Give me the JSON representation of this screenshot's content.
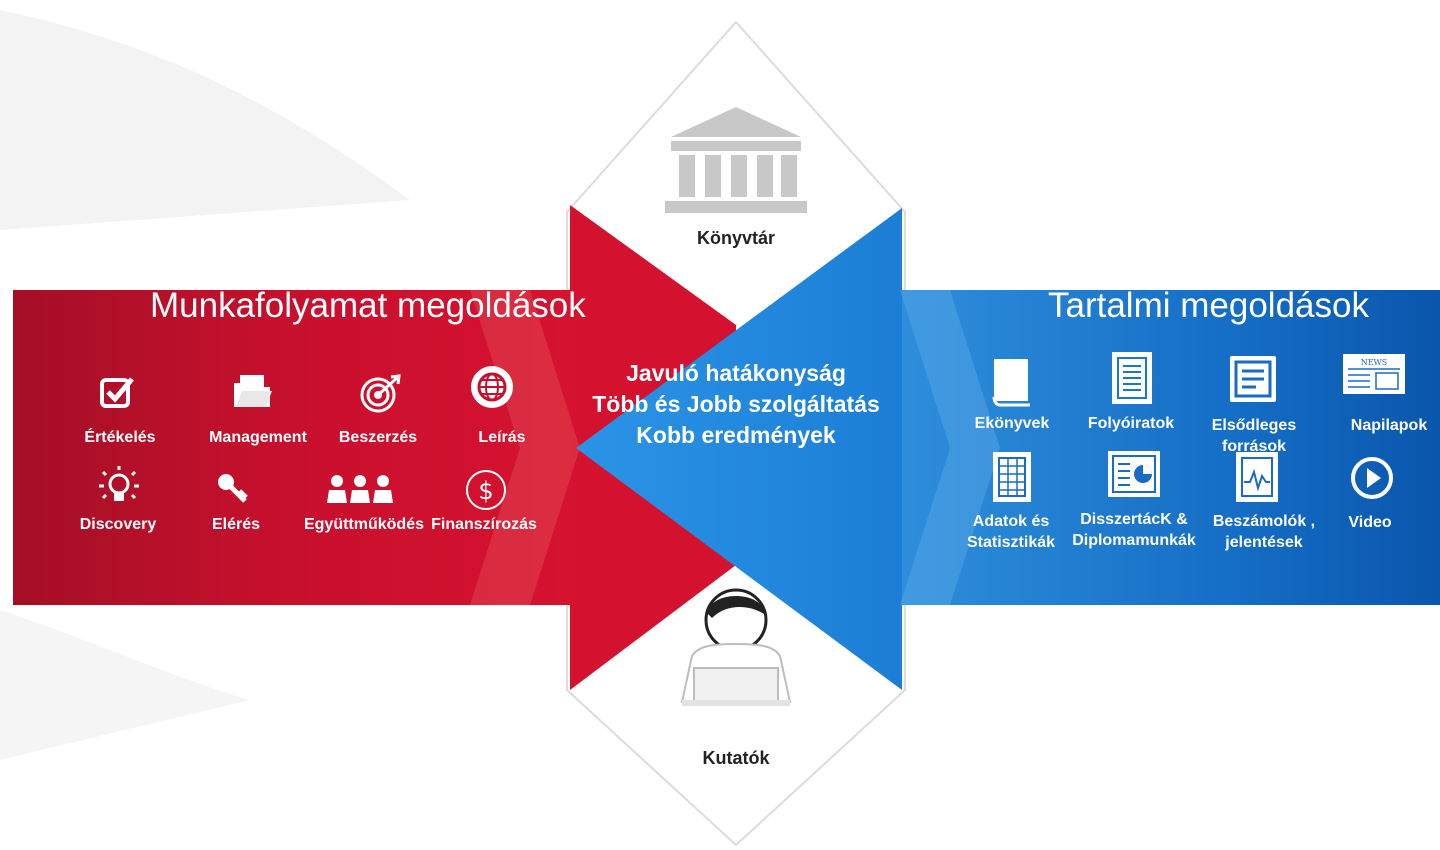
{
  "left_title": "Munkafolyamat megoldások",
  "right_title": "Tartalmi megoldások",
  "center": {
    "line1": "Javuló hatákonyság",
    "line2": "Több és Jobb szolgáltatás",
    "line3": "Kobb eredmények"
  },
  "library_label": "Könyvtár",
  "researchers_label": "Kutatók",
  "workflow_items": [
    {
      "label": "Értékelés",
      "icon": "checkbox-icon"
    },
    {
      "label": "Management",
      "icon": "folder-icon"
    },
    {
      "label": "Beszerzés",
      "icon": "target-icon"
    },
    {
      "label": "Leírás",
      "icon": "globe-icon"
    },
    {
      "label": "Discovery",
      "icon": "lightbulb-icon"
    },
    {
      "label": "Elérés",
      "icon": "key-icon"
    },
    {
      "label": "Együttműködés",
      "icon": "people-icon"
    },
    {
      "label": "Finanszírozás",
      "icon": "dollar-icon"
    }
  ],
  "content_items": [
    {
      "label": "Ekönyvek",
      "icon": "book-icon"
    },
    {
      "label": "Folyóiratok",
      "icon": "journal-icon"
    },
    {
      "label": "Elsődleges források",
      "icon": "document-icon"
    },
    {
      "label": "Napilapok",
      "icon": "newspaper-icon"
    },
    {
      "label": "Adatok és Statisztikák",
      "icon": "spreadsheet-icon"
    },
    {
      "label": "DisszertácK & Diplomamunkák",
      "icon": "dissertation-icon"
    },
    {
      "label": "Beszámolók , jelentések",
      "icon": "report-icon"
    },
    {
      "label": "Video",
      "icon": "play-icon"
    }
  ],
  "colors": {
    "red_dark": "#a9102a",
    "red": "#d4112f",
    "blue": "#1a8ae0",
    "blue_dark": "#0b5db5",
    "grey": "#c8c8c8"
  }
}
